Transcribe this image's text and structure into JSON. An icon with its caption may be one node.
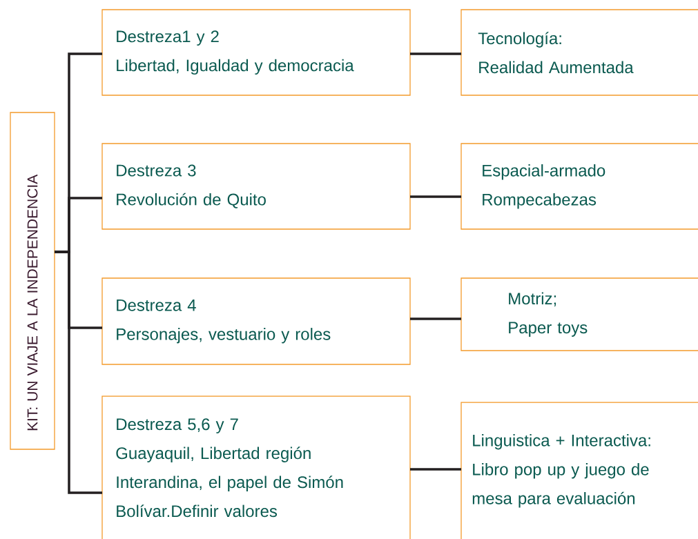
{
  "diagram": {
    "nodes": [
      {
        "text": [
          "KIT: UN VIAJE A LA INDEPENDENCIA"
        ]
      },
      {
        "text": [
          "Destreza1 y 2",
          "Libertad, Igualdad y democracia"
        ]
      },
      {
        "text": [
          "Tecnología:",
          "Realidad Aumentada"
        ]
      },
      {
        "text": [
          "Destreza 3",
          "Revolución de Quito"
        ]
      },
      {
        "text": [
          "Espacial-armado",
          "Rompecabezas"
        ]
      },
      {
        "text": [
          "Destreza 4",
          "Personajes, vestuario y roles"
        ]
      },
      {
        "text": [
          "Motriz;",
          "Paper toys"
        ]
      },
      {
        "text": [
          "Destreza 5,6 y 7",
          "Guayaquil, Libertad región Interandina, el papel de Simón Bolívar.Definir valores"
        ]
      },
      {
        "text": [
          "Linguistica + Interactiva:",
          "Libro pop up y juego de mesa para evaluación"
        ]
      }
    ],
    "edges": [
      {
        "from": 0,
        "to": 1,
        "arrow": "none"
      },
      {
        "from": 0,
        "to": 3,
        "arrow": "none"
      },
      {
        "from": 0,
        "to": 5,
        "arrow": "none"
      },
      {
        "from": 0,
        "to": 7,
        "arrow": "none"
      },
      {
        "from": 1,
        "to": 2,
        "arrow": "none"
      },
      {
        "from": 3,
        "to": 4,
        "arrow": "none"
      },
      {
        "from": 5,
        "to": 6,
        "arrow": "none"
      },
      {
        "from": 7,
        "to": 8,
        "arrow": "none"
      }
    ]
  }
}
